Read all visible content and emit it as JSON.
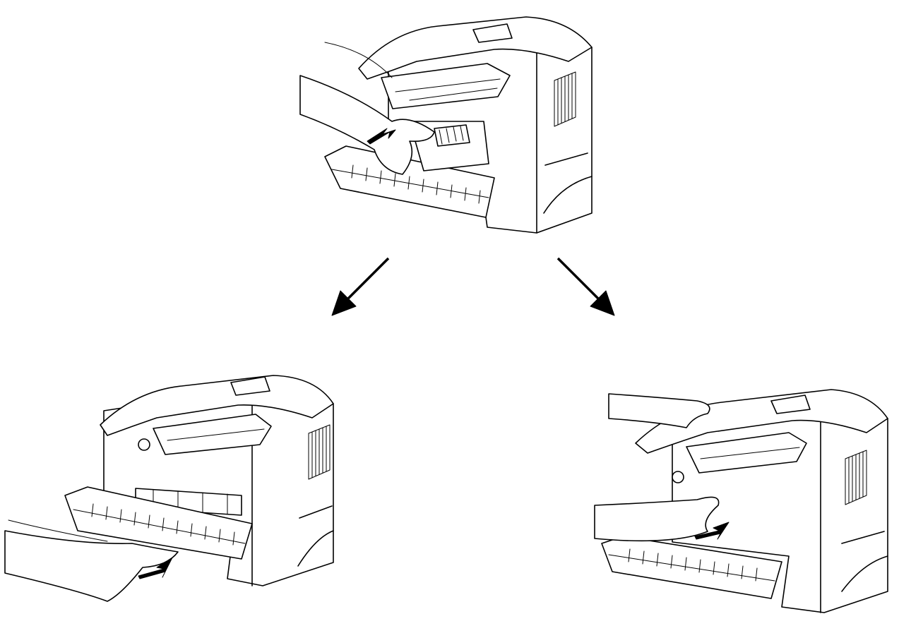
{
  "figure": {
    "panels": [
      {
        "id": "top",
        "printer_icon": "laser-printer-icon",
        "action": "pull-drum-unit-out"
      },
      {
        "id": "bottom-left",
        "printer_icon": "laser-printer-icon",
        "action": "pull-paper-out-front"
      },
      {
        "id": "bottom-right",
        "printer_icon": "laser-printer-icon",
        "action": "pull-paper-out-inside"
      }
    ],
    "arrows": [
      "arrow-down-left",
      "arrow-down-right"
    ],
    "colors": {
      "line": "#000000",
      "background": "#ffffff"
    }
  }
}
